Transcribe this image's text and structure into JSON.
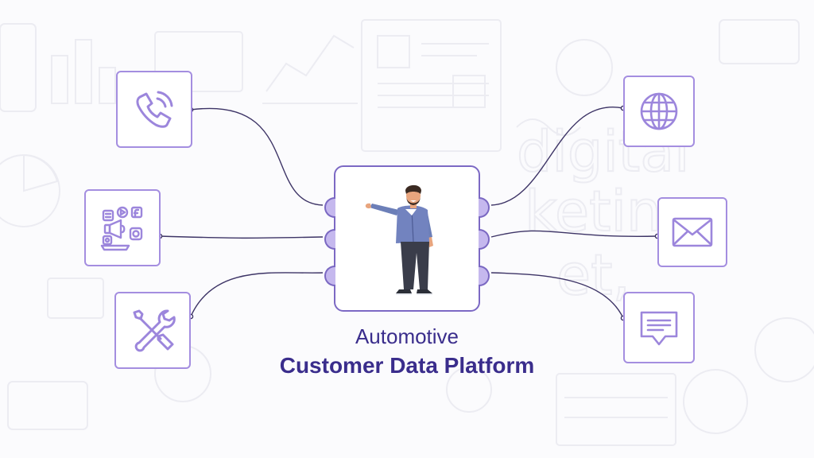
{
  "title": {
    "line1": "Automotive",
    "line2": "Customer Data Platform"
  },
  "colors": {
    "accent": "#7c69c4",
    "node_border": "#a48ee0",
    "connector": "#3d3466",
    "title": "#3a2d8c",
    "background": "#fbfbfd"
  },
  "hub": {
    "icon": "person-presenting-illustration"
  },
  "left_nodes": [
    {
      "icon": "phone-call-icon"
    },
    {
      "icon": "social-media-marketing-icon"
    },
    {
      "icon": "tools-wrench-screwdriver-icon"
    }
  ],
  "right_nodes": [
    {
      "icon": "globe-icon"
    },
    {
      "icon": "envelope-icon"
    },
    {
      "icon": "chat-message-icon"
    }
  ]
}
